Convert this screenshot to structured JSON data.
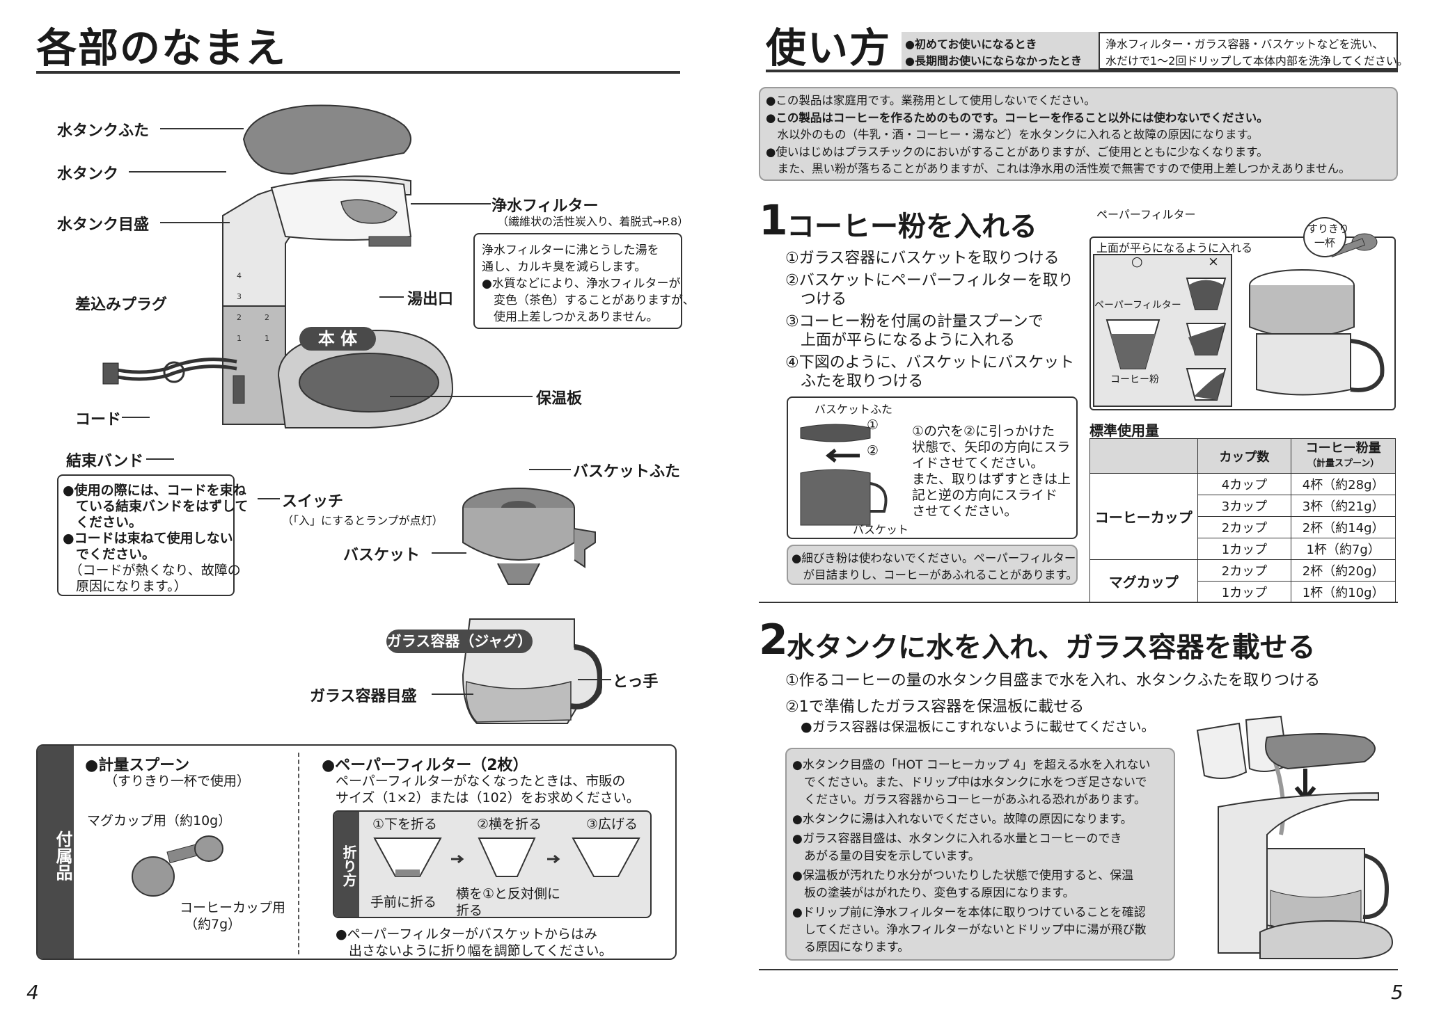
{
  "left": {
    "title": "各部のなまえ",
    "labels": {
      "water_tank_lid": "水タンクふた",
      "water_tank": "水タンク",
      "water_tank_scale": "水タンク目盛",
      "plug": "差込みプラグ",
      "cord": "コード",
      "band": "結束バンド",
      "filter": "浄水フィルター",
      "filter_sub": "（繊維状の活性炭入り、着脱式→P.8）",
      "outlet": "湯出口",
      "body": "本 体",
      "warm_plate": "保温板",
      "switch": "スイッチ",
      "switch_sub": "（「入」にするとランプが点灯）",
      "basket_lid": "バスケットふた",
      "basket": "バスケット",
      "jug": "ガラス容器（ジャグ）",
      "handle": "とっ手",
      "jug_scale": "ガラス容器目盛"
    },
    "filter_note": [
      "浄水フィルターに沸とうした湯を",
      "通し、カルキ臭を減らします。",
      "●水質などにより、浄水フィルターが",
      "　変色（茶色）することがありますが、",
      "　使用上差しつかえありません。"
    ],
    "cord_note": [
      "●使用の際には、コードを束ね",
      "　ている結束バンドをはずして",
      "　ください。",
      "●コードは束ねて使用しない",
      "　でください。",
      "　（コードが熱くなり、故障の",
      "　原因になります。）"
    ],
    "accessories": {
      "side_label": "付属品",
      "spoon_title": "●計量スプーン",
      "spoon_sub": "（すりきり一杯で使用）",
      "mug_label": "マグカップ用（約10g）",
      "cup_label": "コーヒーカップ用",
      "cup_label2": "（約7g）",
      "paper_title": "●ペーパーフィルター（2枚）",
      "paper_text1": "ペーパーフィルターがなくなったときは、市販の",
      "paper_text2": "サイズ（1×2）または（102）をお求めください。",
      "fold_side": "折り方",
      "fold_steps": [
        "①下を折る",
        "②横を折る",
        "③広げる"
      ],
      "fold_caption1": "手前に折る",
      "fold_caption2a": "横を①と反対側に",
      "fold_caption2b": "折る",
      "fold_note1": "●ペーパーフィルターがバスケットからはみ",
      "fold_note2": "　出さないように折り幅を調節してください。"
    },
    "page_number": "4"
  },
  "right": {
    "title": "使い方",
    "header_box": {
      "left1": "●初めてお使いになるとき",
      "left2": "●長期間お使いにならなかったとき",
      "right1": "浄水フィルター・ガラス容器・バスケットなどを洗い、",
      "right2": "水だけで1〜2回ドリップして本体内部を洗浄してください。"
    },
    "notice": [
      "●この製品は家庭用です。業務用として使用しないでください。",
      "●この製品はコーヒーを作るためのものです。コーヒーを作ること以外には使わないでください。",
      "　水以外のもの（牛乳・酒・コーヒー・湯など）を水タンクに入れると故障の原因になります。",
      "●使いはじめはプラスチックのにおいがすることがありますが、ご使用とともに少なくなります。",
      "　また、黒い粉が落ちることがありますが、これは浄水用の活性炭で無害ですので使用上差しつかえありません。"
    ],
    "step1": {
      "num": "1",
      "title": "コーヒー粉を入れる",
      "items": [
        "①ガラス容器にバスケットを取りつける",
        "②バスケットにペーパーフィルターを取り",
        "　つける",
        "③コーヒー粉を付属の計量スプーンで",
        "　上面が平らになるように入れる",
        "④下図のように、バスケットにバスケット",
        "　ふたを取りつける"
      ],
      "diagram_labels": {
        "basket_lid": "バスケットふた",
        "basket": "バスケット",
        "c1": "①",
        "c2": "②"
      },
      "diagram_text": [
        "①の穴を②に引っかけた",
        "状態で、矢印の方向にスラ",
        "イドさせてください。",
        "また、取りはずすときは上",
        "記と逆の方向にスライド",
        "させてください。"
      ],
      "fine_note1": "●細びき粉は使わないでください。ペーパーフィルター",
      "fine_note2": "　が目詰まりし、コーヒーがあふれることがあります。",
      "flat_title": "上面が平らになるように入れる",
      "ok": "○",
      "ng": "×",
      "pf_label": "ペーパーフィルター",
      "powder_label": "コーヒー粉",
      "pf_top": "ペーパーフィルター",
      "surikiri": "すりきり",
      "ippai": "一杯"
    },
    "table": {
      "title": "標準使用量",
      "col1": "カップ数",
      "col2": "コーヒー粉量",
      "col2_sub": "（計量スプーン）",
      "group1": "コーヒーカップ",
      "group2": "マグカップ",
      "rows": [
        {
          "cups": "4カップ",
          "amount": "4杯（約28g）"
        },
        {
          "cups": "3カップ",
          "amount": "3杯（約21g）"
        },
        {
          "cups": "2カップ",
          "amount": "2杯（約14g）"
        },
        {
          "cups": "1カップ",
          "amount": "1杯（約7g）"
        },
        {
          "cups": "2カップ",
          "amount": "2杯（約20g）"
        },
        {
          "cups": "1カップ",
          "amount": "1杯（約10g）"
        }
      ]
    },
    "step2": {
      "num": "2",
      "title": "水タンクに水を入れ、ガラス容器を載せる",
      "item1": "①作るコーヒーの量の水タンク目盛まで水を入れ、水タンクふたを取りつける",
      "item2": "②1で準備したガラス容器を保温板に載せる",
      "item2_sub": "●ガラス容器は保温板にこすれないように載せてください。",
      "notes": [
        "●水タンク目盛の「HOT コーヒーカップ 4」を超える水を入れない",
        "　でください。また、ドリップ中は水タンクに水をつぎ足さないで",
        "　ください。ガラス容器からコーヒーがあふれる恐れがあります。",
        "●水タンクに湯は入れないでください。故障の原因になります。",
        "●ガラス容器目盛は、水タンクに入れる水量とコーヒーのでき",
        "　あがる量の目安を示しています。",
        "●保温板が汚れたり水分がついたりした状態で使用すると、保温",
        "　板の塗装がはがれたり、変色する原因になります。",
        "●ドリップ前に浄水フィルターを本体に取りつけていることを確認",
        "　してください。浄水フィルターがないとドリップ中に湯が飛び散",
        "　る原因になります。"
      ]
    },
    "page_number": "5"
  }
}
